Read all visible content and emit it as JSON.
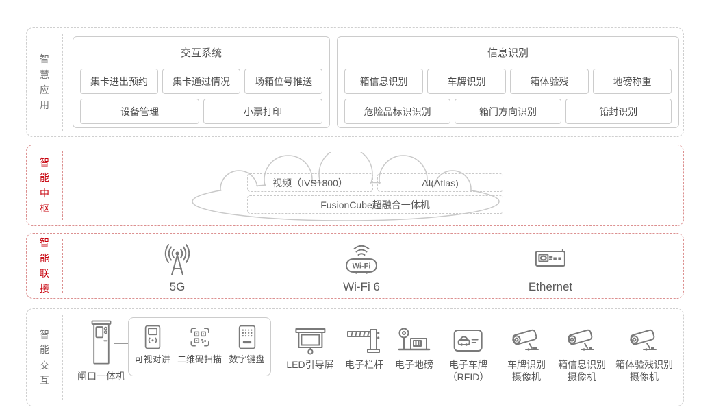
{
  "colors": {
    "accent_red": "#c7000b",
    "border_red": "#dc9090",
    "border_gray": "#cccccc",
    "icon_gray": "#7a7a7a",
    "text_dark": "#4d4d4d",
    "text_gray": "#595959"
  },
  "layers": {
    "app": {
      "label": "智慧应用",
      "interactive": {
        "title": "交互系统",
        "row1": [
          "集卡进出预约",
          "集卡通过情况",
          "场箱位号推送"
        ],
        "row2": [
          "设备管理",
          "小票打印"
        ]
      },
      "recognition": {
        "title": "信息识别",
        "row1": [
          "箱信息识别",
          "车牌识别",
          "箱体验残",
          "地磅称重"
        ],
        "row2": [
          "危险品标识识别",
          "箱门方向识别",
          "铅封识别"
        ]
      }
    },
    "hub": {
      "label": "智能中枢",
      "video": "视频（IVS1800）",
      "ai": "AI(Atlas)",
      "fusion": "FusionCube超融合一体机"
    },
    "connect": {
      "label": "智能联接",
      "g5": {
        "icon": "tower-5g-icon",
        "label": "5G"
      },
      "wifi": {
        "icon": "wifi-icon",
        "badge": "Wi-Fi",
        "label": "Wi-Fi 6"
      },
      "ethernet": {
        "icon": "ethernet-switch-icon",
        "label": "Ethernet"
      }
    },
    "interaction": {
      "label": "智能交互",
      "kiosk": {
        "icon": "gate-kiosk-icon",
        "label": "闸口一体机"
      },
      "modules": [
        {
          "icon": "video-intercom-icon",
          "label": "可视对讲"
        },
        {
          "icon": "qr-scan-icon",
          "label": "二维码扫描"
        },
        {
          "icon": "numeric-keypad-icon",
          "label": "数字键盘"
        }
      ],
      "devices": [
        {
          "icon": "led-screen-icon",
          "label": "LED引导屏"
        },
        {
          "icon": "barrier-gate-icon",
          "label": "电子栏杆"
        },
        {
          "icon": "weighbridge-icon",
          "label": "电子地磅"
        },
        {
          "icon": "rfid-plate-icon",
          "label": "电子车牌",
          "label2": "（RFID）"
        },
        {
          "icon": "cctv-camera-icon",
          "label": "车牌识别",
          "label2": "摄像机"
        },
        {
          "icon": "cctv-camera-icon",
          "label": "箱信息识别",
          "label2": "摄像机"
        },
        {
          "icon": "cctv-camera-icon",
          "label": "箱体验残识别",
          "label2": "摄像机"
        }
      ]
    }
  }
}
